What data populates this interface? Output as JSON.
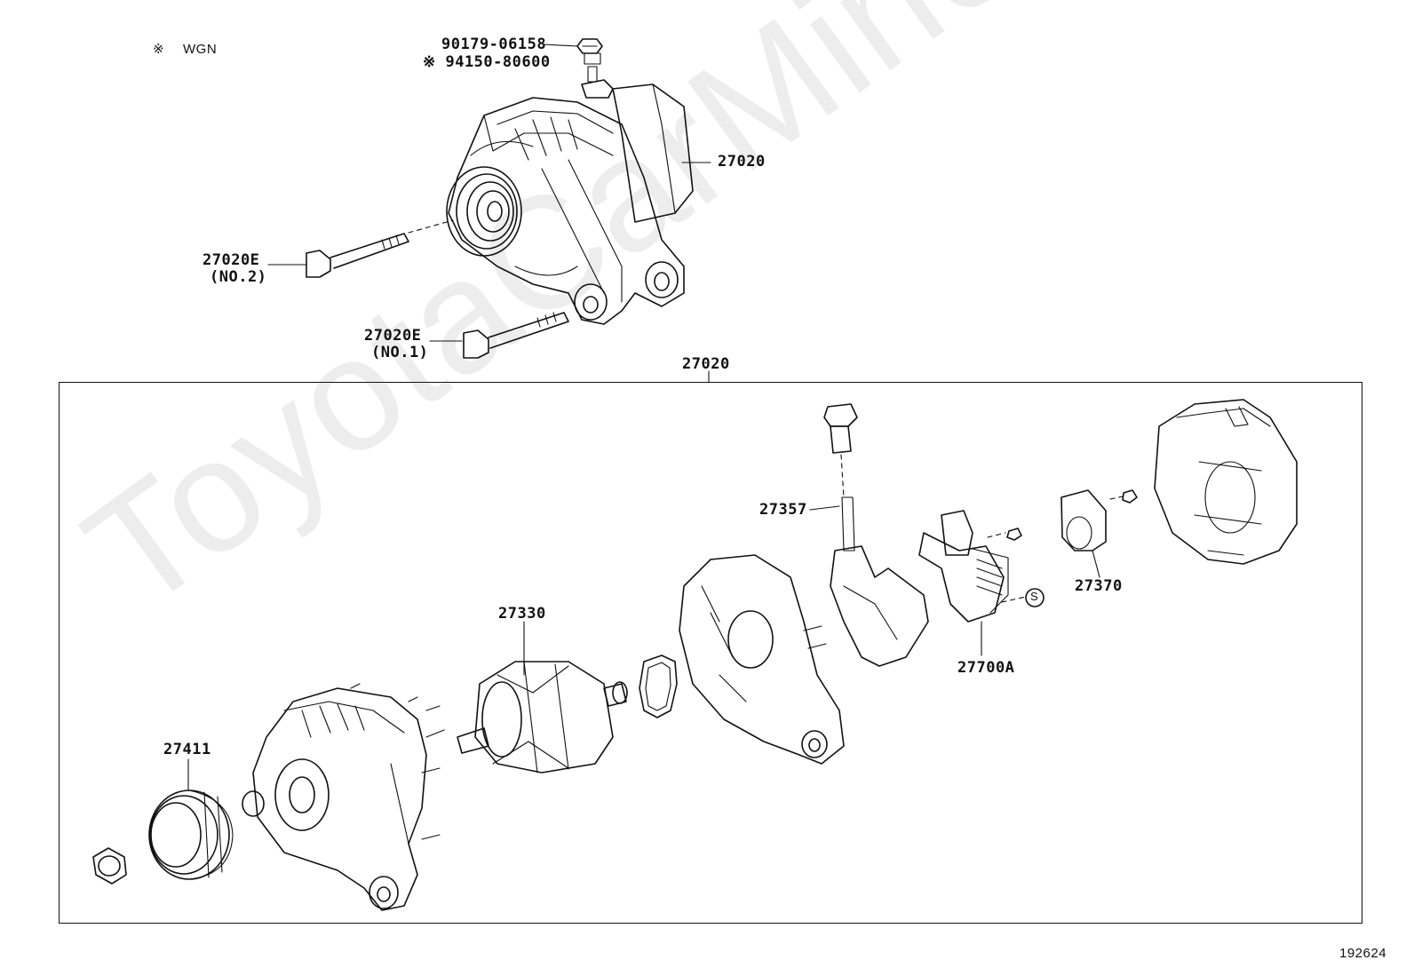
{
  "watermark": "ToyotaCarMine.ru",
  "notes": {
    "wgn_mark": "※",
    "wgn_text": "WGN"
  },
  "labels": {
    "bolt_top_1": "90179-06158",
    "bolt_top_2": "※ 94150-80600",
    "alternator_top": "27020",
    "bolt_no2_code": "27020E",
    "bolt_no2_note": "(NO.2)",
    "bolt_no1_code": "27020E",
    "bolt_no1_note": "(NO.1)",
    "assembly": "27020",
    "terminal": "27357",
    "rotor": "27330",
    "regulator": "27700A",
    "brush_holder": "27370",
    "pulley": "27411",
    "s_mark": "S"
  },
  "figure_id": "192624",
  "colors": {
    "line": "#111111",
    "background": "#ffffff"
  }
}
